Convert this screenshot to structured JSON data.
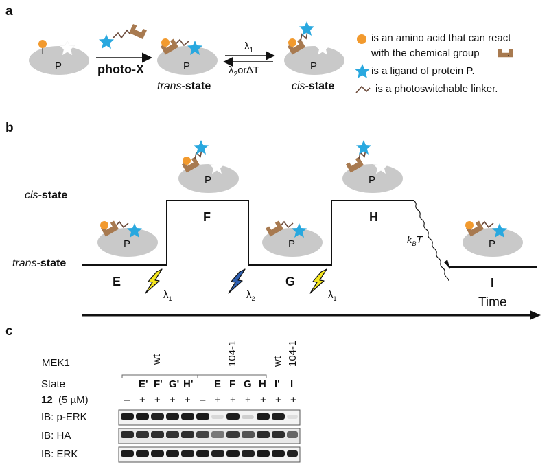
{
  "panel_a": {
    "letter": "a",
    "protein_label": "P",
    "reagent_label": "photo-X",
    "lambda1": "λ",
    "lambda1_sub": "1",
    "reverse_label_l": "λ",
    "reverse_label_sub": "2",
    "reverse_label_rest": "or∆T",
    "trans_italic": "trans",
    "trans_rest": "-state",
    "cis_italic": "cis",
    "cis_rest": "-state",
    "legend": [
      {
        "icon": "orange-circle",
        "text_line1": "is an amino acid that can react",
        "text_line2": "with the chemical group",
        "color": "#f29a2e"
      },
      {
        "icon": "blue-star",
        "text": "is a ligand of protein P.",
        "color": "#29a8df"
      },
      {
        "icon": "linker",
        "text": "is a photoswitchable linker.",
        "color": "#6b4a3a"
      }
    ],
    "chemical_group_color": "#a87a50"
  },
  "panel_b": {
    "letter": "b",
    "cis_italic": "cis",
    "cis_rest": "-state",
    "trans_italic": "trans",
    "trans_rest": "-state",
    "states": [
      "E",
      "F",
      "G",
      "H",
      "I"
    ],
    "flash_labels": [
      {
        "sym": "λ",
        "sub": "1",
        "color": "#f5e61e"
      },
      {
        "sym": "λ",
        "sub": "2",
        "color": "#2e5fb0"
      },
      {
        "sym": "λ",
        "sub": "1",
        "color": "#f5e61e"
      }
    ],
    "kbt_k": "k",
    "kbt_sub": "B",
    "kbt_t": "T",
    "time_label": "Time",
    "protein_label": "P"
  },
  "panel_c": {
    "letter": "c",
    "mek1_label": "MEK1",
    "mek1_groups": [
      "wt",
      "104-1",
      "wt",
      "104-1"
    ],
    "state_label": "State",
    "state_values": [
      "E'",
      "F'",
      "G'",
      "H'",
      "E",
      "F",
      "G",
      "H",
      "I'",
      "I"
    ],
    "compound_label": "12",
    "compound_conc": "(5 µM)",
    "compound_values": [
      "–",
      "+",
      "+",
      "+",
      "+",
      "–",
      "+",
      "+",
      "+",
      "+",
      "+",
      "+"
    ],
    "blot_rows": [
      "IB: p-ERK",
      "IB: HA",
      "IB: ERK"
    ]
  },
  "colors": {
    "protein": "#c9c9c9",
    "amino_acid": "#f29a2e",
    "ligand": "#29a8df",
    "chemical_group": "#a87a50",
    "linker": "#6b4a3a",
    "flash_yellow": "#f5e61e",
    "flash_blue": "#2e5fb0"
  }
}
